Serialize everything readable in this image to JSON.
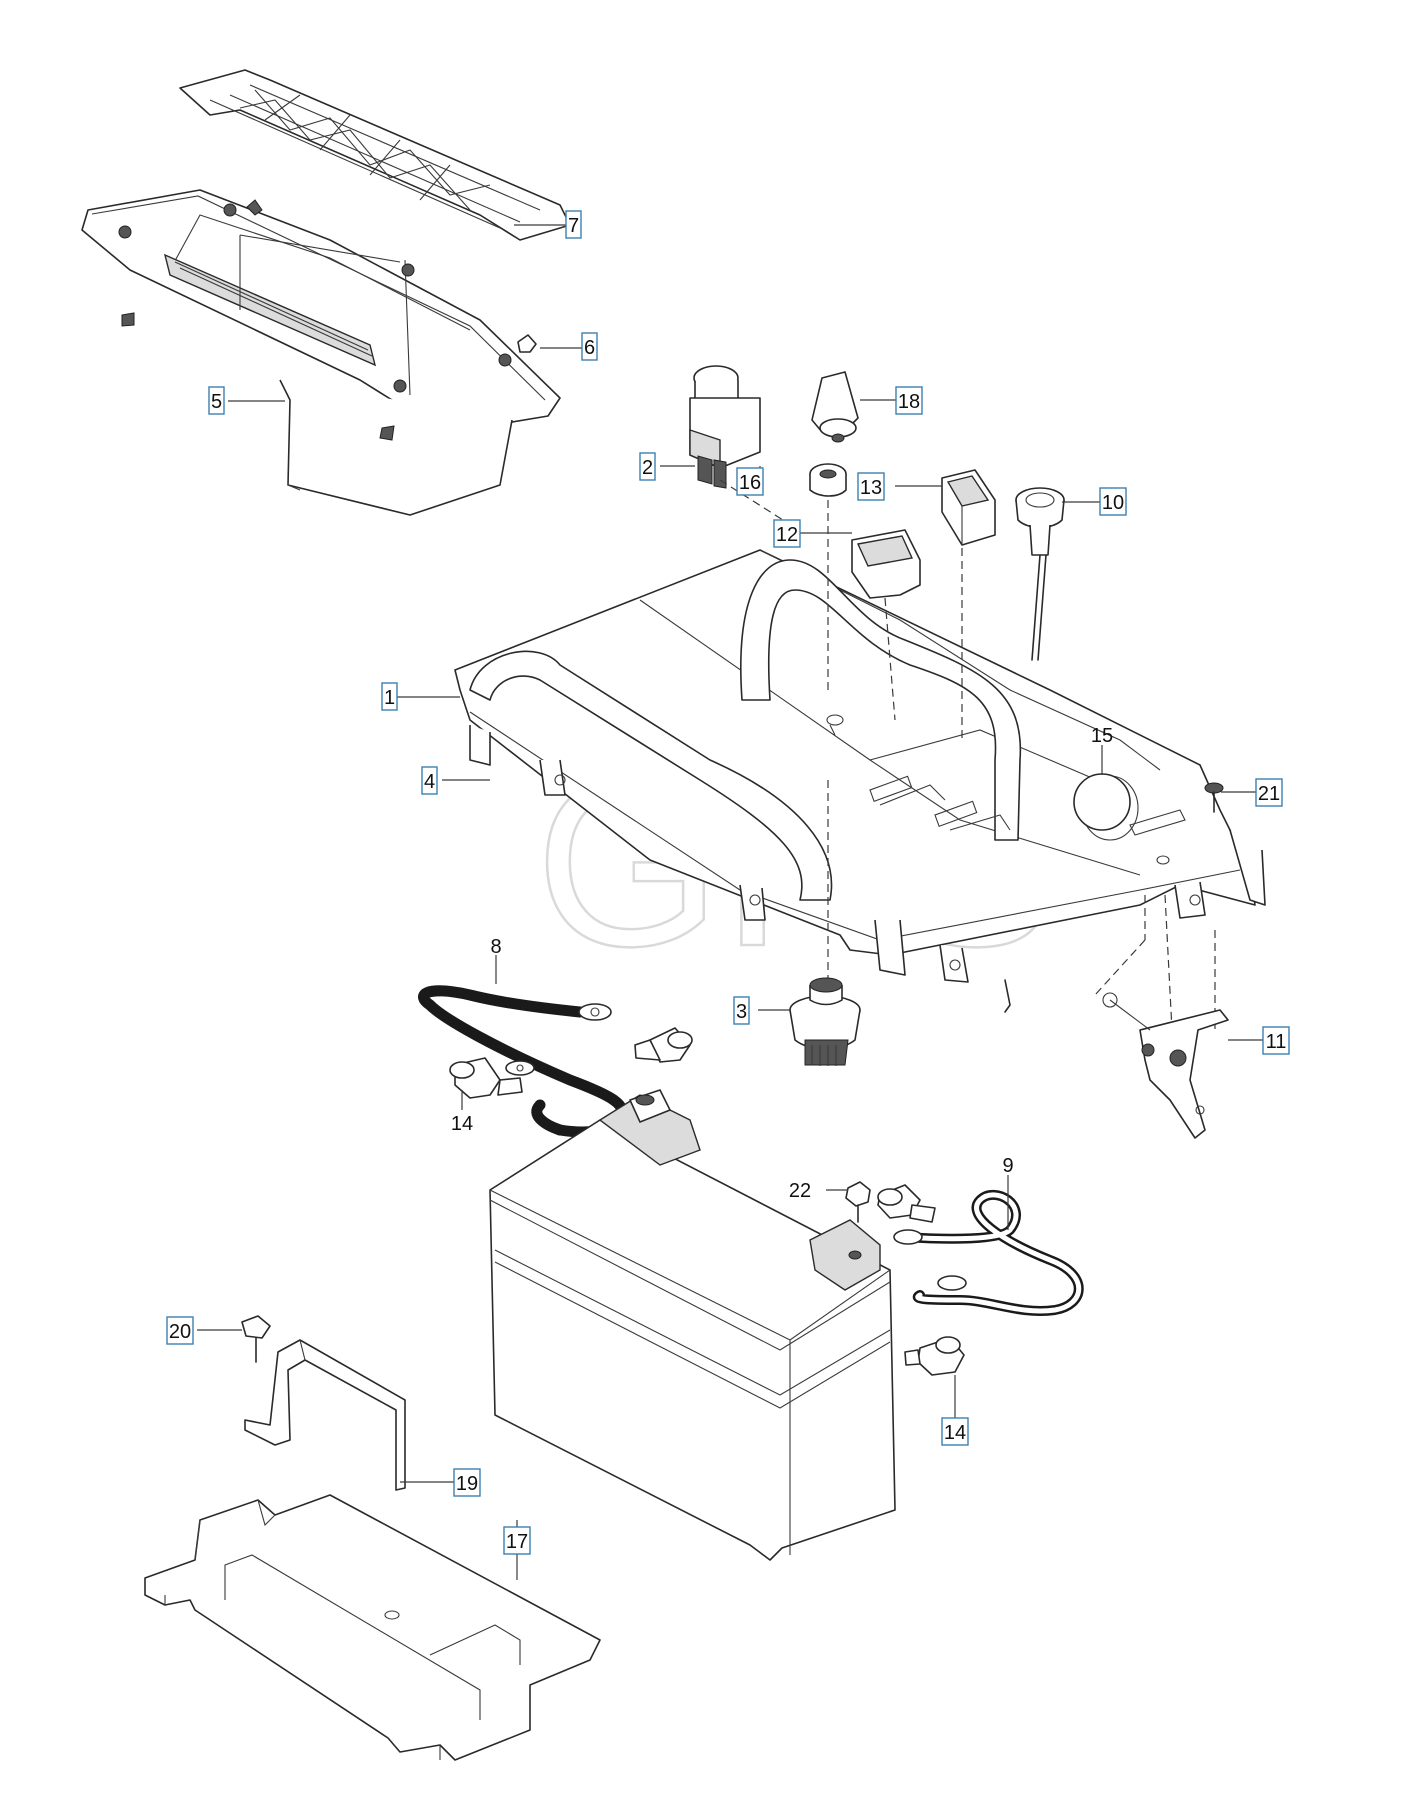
{
  "watermark": "GHS",
  "callouts": {
    "c1": "1",
    "c2": "2",
    "c3": "3",
    "c4": "4",
    "c5": "5",
    "c6": "6",
    "c7": "7",
    "c8": "8",
    "c9": "9",
    "c10": "10",
    "c11": "11",
    "c12": "12",
    "c13": "13",
    "c14a": "14",
    "c14b": "14",
    "c15": "15",
    "c16": "16",
    "c17": "17",
    "c18": "18",
    "c19": "19",
    "c20": "20",
    "c21": "21",
    "c22": "22"
  }
}
